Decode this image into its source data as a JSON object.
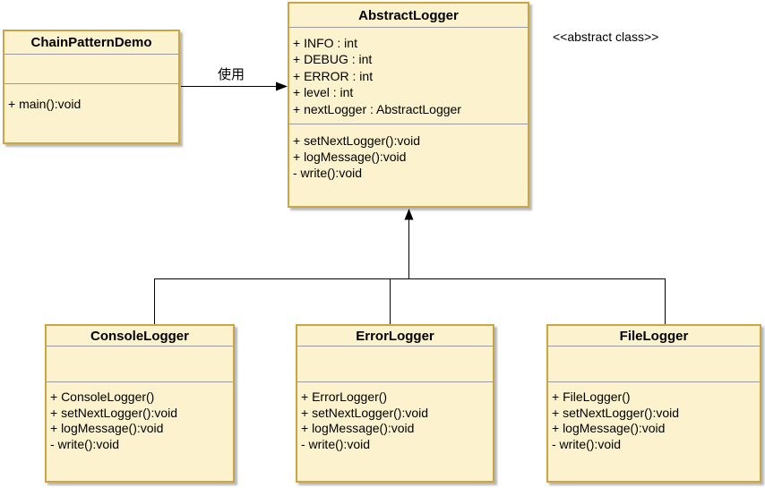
{
  "annotations": {
    "abstract_note": "<<abstract class>>",
    "use_label": "使用"
  },
  "colors": {
    "box_fill": "#FCF2CD",
    "box_border": "#C9A543",
    "separator": "#9A9AA2",
    "connector": "#000000",
    "text": "#000000",
    "background": "#FFFFFF"
  },
  "classes": {
    "chain_pattern_demo": {
      "name": "ChainPatternDemo",
      "attributes": [],
      "methods": [
        "+ main():void"
      ]
    },
    "abstract_logger": {
      "name": "AbstractLogger",
      "attributes": [
        "+ INFO : int",
        "+ DEBUG : int",
        "+ ERROR : int",
        "+ level : int",
        "+ nextLogger : AbstractLogger"
      ],
      "methods": [
        "+ setNextLogger():void",
        "+ logMessage():void",
        "- write():void"
      ]
    },
    "console_logger": {
      "name": "ConsoleLogger",
      "attributes": [],
      "methods": [
        "+ ConsoleLogger()",
        "+ setNextLogger():void",
        "+ logMessage():void",
        "- write():void"
      ]
    },
    "error_logger": {
      "name": "ErrorLogger",
      "attributes": [],
      "methods": [
        "+ ErrorLogger()",
        "+ setNextLogger():void",
        "+ logMessage():void",
        "- write():void"
      ]
    },
    "file_logger": {
      "name": "FileLogger",
      "attributes": [],
      "methods": [
        "+ FileLogger()",
        "+ setNextLogger():void",
        "+ logMessage():void",
        "- write():void"
      ]
    }
  },
  "relationships": [
    {
      "type": "directed-association",
      "from": "ChainPatternDemo",
      "to": "AbstractLogger",
      "label": "使用"
    },
    {
      "type": "generalization",
      "from": "ConsoleLogger",
      "to": "AbstractLogger"
    },
    {
      "type": "generalization",
      "from": "ErrorLogger",
      "to": "AbstractLogger"
    },
    {
      "type": "generalization",
      "from": "FileLogger",
      "to": "AbstractLogger"
    }
  ]
}
